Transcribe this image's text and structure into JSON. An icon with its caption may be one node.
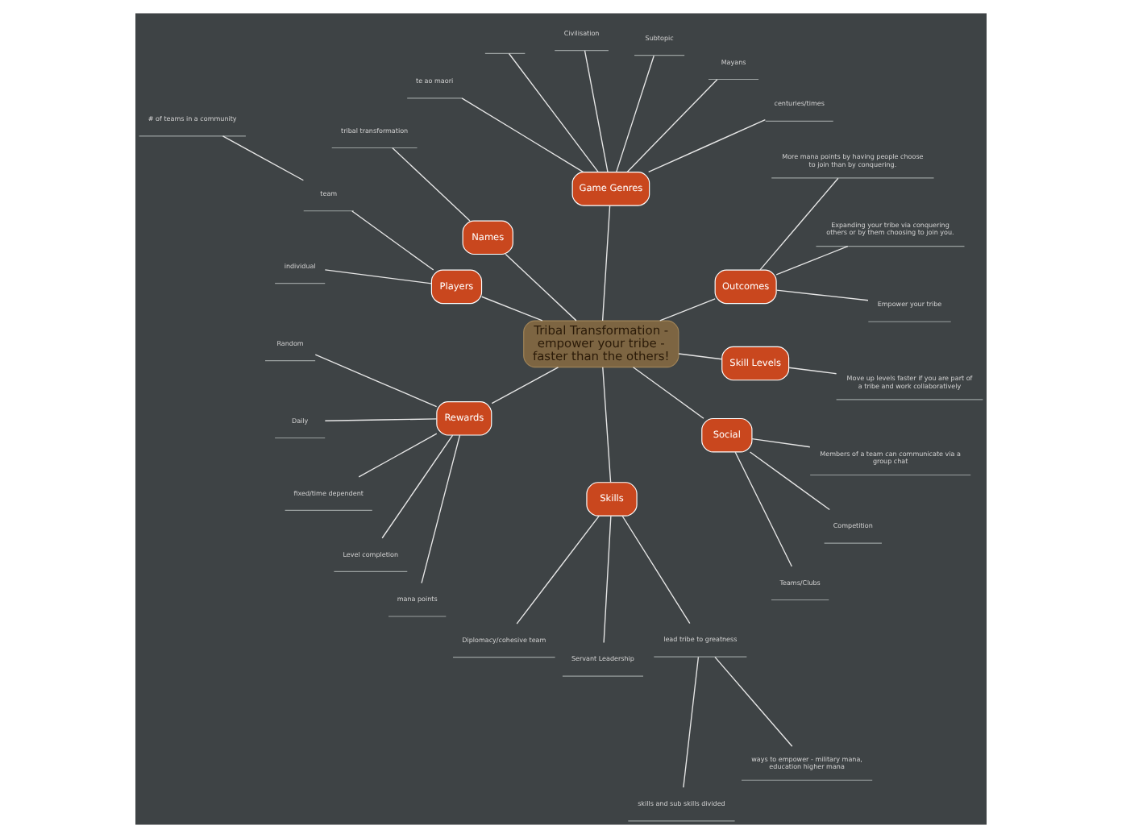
{
  "diagram": {
    "nodes": [
      {
        "text": [
          "Tribal Transformation - empower your tribe - faster than the others!"
        ]
      },
      {
        "text": [
          "Outcomes"
        ]
      },
      {
        "text": [
          "Empower your tribe"
        ]
      },
      {
        "text": [
          "Expanding your tribe via conquering others or by them choosing to join you."
        ]
      },
      {
        "text": [
          "More mana points by having people choose to join than by conquering."
        ]
      },
      {
        "text": [
          "Game Genres"
        ]
      },
      {
        "text": [
          "centuries/times"
        ]
      },
      {
        "text": [
          "Mayans"
        ]
      },
      {
        "text": [
          "Subtopic"
        ]
      },
      {
        "text": [
          "Civilisation"
        ]
      },
      {
        "text": [],
        "shape": "line"
      },
      {
        "text": [
          "te ao maori"
        ]
      },
      {
        "text": [
          "Names"
        ]
      },
      {
        "text": [
          "tribal transformation"
        ]
      },
      {
        "text": [
          "Players"
        ]
      },
      {
        "text": [
          "team"
        ]
      },
      {
        "text": [
          "# of teams in a community"
        ]
      },
      {
        "text": [
          "individual"
        ]
      },
      {
        "text": [
          "Rewards"
        ]
      },
      {
        "text": [
          "Random"
        ]
      },
      {
        "text": [
          "Daily"
        ]
      },
      {
        "text": [
          "fixed/time dependent"
        ]
      },
      {
        "text": [
          "Level completion"
        ]
      },
      {
        "text": [
          "mana points"
        ]
      },
      {
        "text": [
          "Skills"
        ]
      },
      {
        "text": [
          "Diplomacy/cohesive team"
        ]
      },
      {
        "text": [
          "Servant Leadership"
        ]
      },
      {
        "text": [
          "lead tribe to greatness"
        ]
      },
      {
        "text": [
          "skills and sub skills divided"
        ]
      },
      {
        "text": [
          "ways to empower - military mana, education higher mana"
        ]
      },
      {
        "text": [
          "Social"
        ]
      },
      {
        "text": [
          "Teams/Clubs"
        ]
      },
      {
        "text": [
          "Competition"
        ]
      },
      {
        "text": [
          "Members of a team can communicate via a group chat"
        ]
      },
      {
        "text": [
          "Skill Levels"
        ]
      },
      {
        "text": [
          "Move up levels faster if you are part of a tribe and work collaboratively"
        ]
      }
    ],
    "edges": [
      {
        "from": 0,
        "to": 1,
        "arrow": "none"
      },
      {
        "from": 1,
        "to": 2,
        "arrow": "none"
      },
      {
        "from": 1,
        "to": 3,
        "arrow": "none"
      },
      {
        "from": 1,
        "to": 4,
        "arrow": "none"
      },
      {
        "from": 0,
        "to": 5,
        "arrow": "none"
      },
      {
        "from": 5,
        "to": 6,
        "arrow": "none"
      },
      {
        "from": 5,
        "to": 7,
        "arrow": "none"
      },
      {
        "from": 5,
        "to": 8,
        "arrow": "none"
      },
      {
        "from": 5,
        "to": 9,
        "arrow": "none"
      },
      {
        "from": 5,
        "to": 10,
        "arrow": "none"
      },
      {
        "from": 5,
        "to": 11,
        "arrow": "none"
      },
      {
        "from": 0,
        "to": 12,
        "arrow": "none"
      },
      {
        "from": 12,
        "to": 13,
        "arrow": "none"
      },
      {
        "from": 0,
        "to": 14,
        "arrow": "none"
      },
      {
        "from": 14,
        "to": 15,
        "arrow": "none"
      },
      {
        "from": 15,
        "to": 16,
        "arrow": "none"
      },
      {
        "from": 14,
        "to": 17,
        "arrow": "none"
      },
      {
        "from": 0,
        "to": 18,
        "arrow": "none"
      },
      {
        "from": 18,
        "to": 19,
        "arrow": "none"
      },
      {
        "from": 18,
        "to": 20,
        "arrow": "none"
      },
      {
        "from": 18,
        "to": 21,
        "arrow": "none"
      },
      {
        "from": 18,
        "to": 22,
        "arrow": "none"
      },
      {
        "from": 18,
        "to": 23,
        "arrow": "none"
      },
      {
        "from": 0,
        "to": 24,
        "arrow": "none"
      },
      {
        "from": 24,
        "to": 25,
        "arrow": "none"
      },
      {
        "from": 24,
        "to": 26,
        "arrow": "none"
      },
      {
        "from": 24,
        "to": 27,
        "arrow": "none"
      },
      {
        "from": 27,
        "to": 28,
        "arrow": "none"
      },
      {
        "from": 27,
        "to": 29,
        "arrow": "none"
      },
      {
        "from": 0,
        "to": 30,
        "arrow": "none"
      },
      {
        "from": 30,
        "to": 31,
        "arrow": "none"
      },
      {
        "from": 30,
        "to": 32,
        "arrow": "none"
      },
      {
        "from": 30,
        "to": 33,
        "arrow": "none"
      },
      {
        "from": 0,
        "to": 34,
        "arrow": "none"
      },
      {
        "from": 34,
        "to": 35,
        "arrow": "none"
      }
    ]
  }
}
